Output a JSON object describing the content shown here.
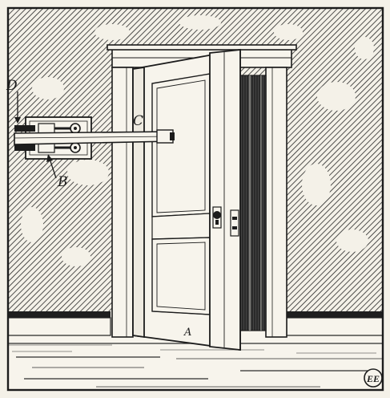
{
  "labels": {
    "door": "A",
    "lower_bracket": "B",
    "rod": "C",
    "upper_bracket": "D"
  },
  "mark": "EE"
}
